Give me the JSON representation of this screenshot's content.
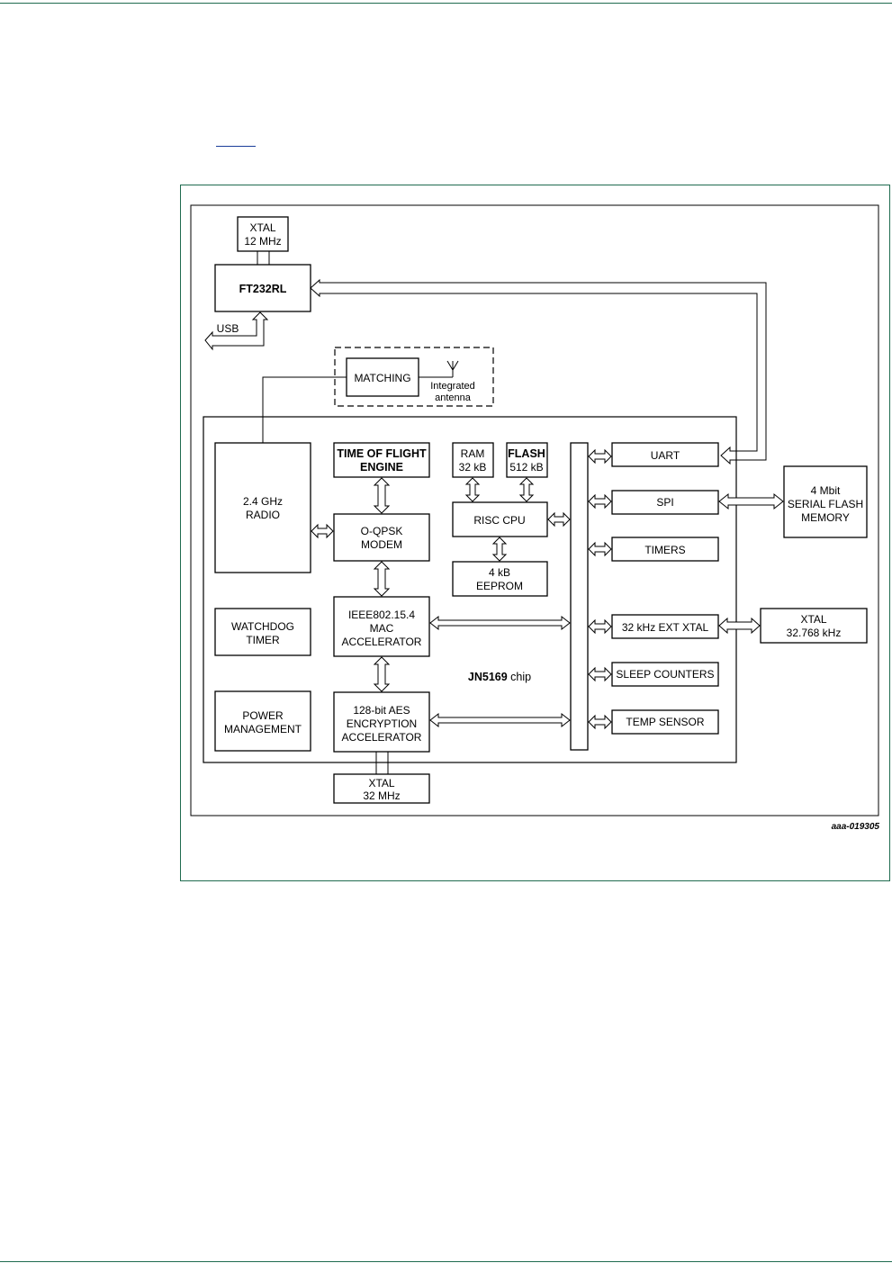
{
  "figure_id": "aaa-019305",
  "diagram": {
    "xtal12": [
      "XTAL",
      "12 MHz"
    ],
    "ft232": "FT232RL",
    "usb": "USB",
    "matching": "MATCHING",
    "antenna": [
      "Integrated",
      "antenna"
    ],
    "radio": [
      "2.4 GHz",
      "RADIO"
    ],
    "tof": [
      "TIME OF FLIGHT",
      "ENGINE"
    ],
    "ram": [
      "RAM",
      "32 kB"
    ],
    "flash": [
      "FLASH",
      "512 kB"
    ],
    "risc_cpu": "RISC CPU",
    "eeprom": [
      "4 kB",
      "EEPROM"
    ],
    "modem": [
      "O-QPSK",
      "MODEM"
    ],
    "mac": [
      "IEEE802.15.4",
      "MAC",
      "ACCELERATOR"
    ],
    "aes": [
      "128-bit AES",
      "ENCRYPTION",
      "ACCELERATOR"
    ],
    "watchdog": [
      "WATCHDOG",
      "TIMER"
    ],
    "power": [
      "POWER",
      "MANAGEMENT"
    ],
    "chip_name": "JN5169",
    "chip_suffix": " chip",
    "uart": "UART",
    "spi": "SPI",
    "timers": "TIMERS",
    "ext_xtal": "32 kHz EXT XTAL",
    "sleep": "SLEEP COUNTERS",
    "temp": "TEMP SENSOR",
    "serial_flash": [
      "4 Mbit",
      "SERIAL FLASH",
      "MEMORY"
    ],
    "xtal32k": [
      "XTAL",
      "32.768 kHz"
    ],
    "xtal32m": [
      "XTAL",
      "32 MHz"
    ]
  }
}
